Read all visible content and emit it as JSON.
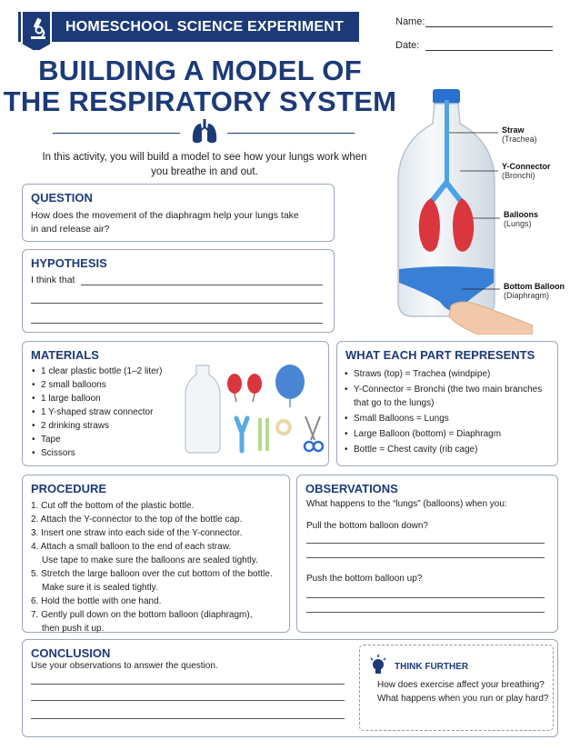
{
  "header": {
    "banner_text": "HOMESCHOOL SCIENCE EXPERIMENT",
    "name_label": "Name:",
    "date_label": "Date:"
  },
  "title": {
    "line1": "BUILDING A MODEL OF",
    "line2": "THE RESPIRATORY SYSTEM"
  },
  "intro": "In this activity, you will build a model to see how your lungs work when you breathe in and out.",
  "diagram_labels": {
    "straw": {
      "title": "Straw",
      "sub": "(Trachea)"
    },
    "yconnector": {
      "title": "Y-Connector",
      "sub": "(Bronchi)"
    },
    "balloons": {
      "title": "Balloons",
      "sub": "(Lungs)"
    },
    "bottom_balloon": {
      "title": "Bottom Balloon",
      "sub": "(Diaphragm)"
    }
  },
  "question": {
    "title": "QUESTION",
    "text": "How does the movement of the diaphragm help your lungs take in and release air?"
  },
  "hypothesis": {
    "title": "HYPOTHESIS",
    "prompt": "I think that"
  },
  "materials": {
    "title": "MATERIALS",
    "items": [
      "1 clear plastic bottle (1–2 liter)",
      "2 small balloons",
      "1 large balloon",
      "1 Y-shaped straw connector",
      "2 drinking straws",
      "Tape",
      "Scissors"
    ]
  },
  "parts": {
    "title": "WHAT EACH PART REPRESENTS",
    "items": [
      "Straws (top) = Trachea (windpipe)",
      "Y-Connector = Bronchi (the two main branches that go to the lungs)",
      "Small Balloons = Lungs",
      "Large Balloon (bottom) = Diaphragm",
      "Bottle = Chest cavity (rib cage)"
    ]
  },
  "procedure": {
    "title": "PROCEDURE",
    "steps": [
      "1. Cut off the bottom of the plastic bottle.",
      "2. Attach the Y-connector to the top of the bottle cap.",
      "3. Insert one straw into each side of the Y-connector.",
      "4. Attach a small balloon to the end of each straw.",
      "Use tape to make sure the balloons are sealed tightly.",
      "5. Stretch the large balloon over the cut bottom of the bottle.",
      "Make sure it is sealed tightly.",
      "6. Hold the bottle with one hand.",
      "7. Gently pull down on the bottom balloon (diaphragm),",
      "then push it up."
    ]
  },
  "observations": {
    "title": "OBSERVATIONS",
    "question": "What happens to the “lungs” (balloons) when you:",
    "pull": "Pull the bottom balloon down?",
    "push": "Push the bottom balloon up?"
  },
  "conclusion": {
    "title": "CONCLUSION",
    "text": "Use your observations to answer the question."
  },
  "think_further": {
    "title": "THINK FURTHER",
    "text1": "How does exercise affect your breathing?",
    "text2": "What happens when you run or play hard?"
  },
  "colors": {
    "brand_blue": "#1d3a78",
    "balloon_red": "#d9363e",
    "balloon_blue": "#4a86d4"
  }
}
